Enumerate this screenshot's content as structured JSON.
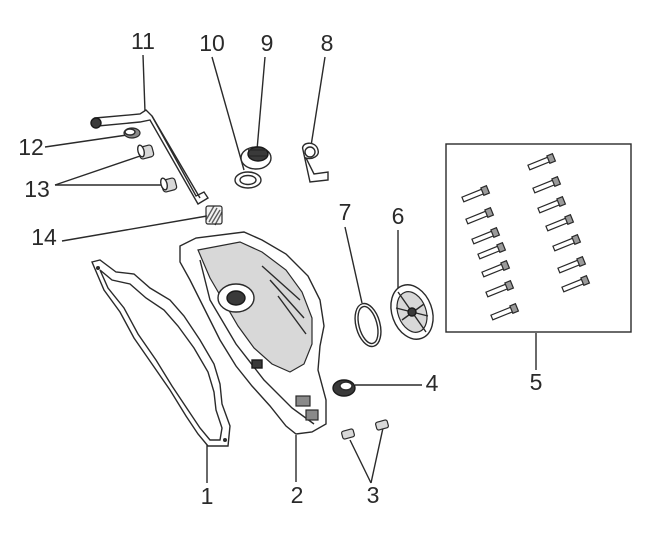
{
  "callouts": [
    {
      "id": "1",
      "label": "1"
    },
    {
      "id": "2",
      "label": "2"
    },
    {
      "id": "3",
      "label": "3"
    },
    {
      "id": "4",
      "label": "4"
    },
    {
      "id": "5",
      "label": "5"
    },
    {
      "id": "6",
      "label": "6"
    },
    {
      "id": "7",
      "label": "7"
    },
    {
      "id": "8",
      "label": "8"
    },
    {
      "id": "9",
      "label": "9"
    },
    {
      "id": "10",
      "label": "10"
    },
    {
      "id": "11",
      "label": "11"
    },
    {
      "id": "12",
      "label": "12"
    },
    {
      "id": "13",
      "label": "13"
    },
    {
      "id": "14",
      "label": "14"
    }
  ],
  "colors": {
    "line": "#2a2a2a",
    "background": "#ffffff",
    "fill_dark": "#3a3a3a",
    "fill_grey": "#8a8a8a"
  }
}
